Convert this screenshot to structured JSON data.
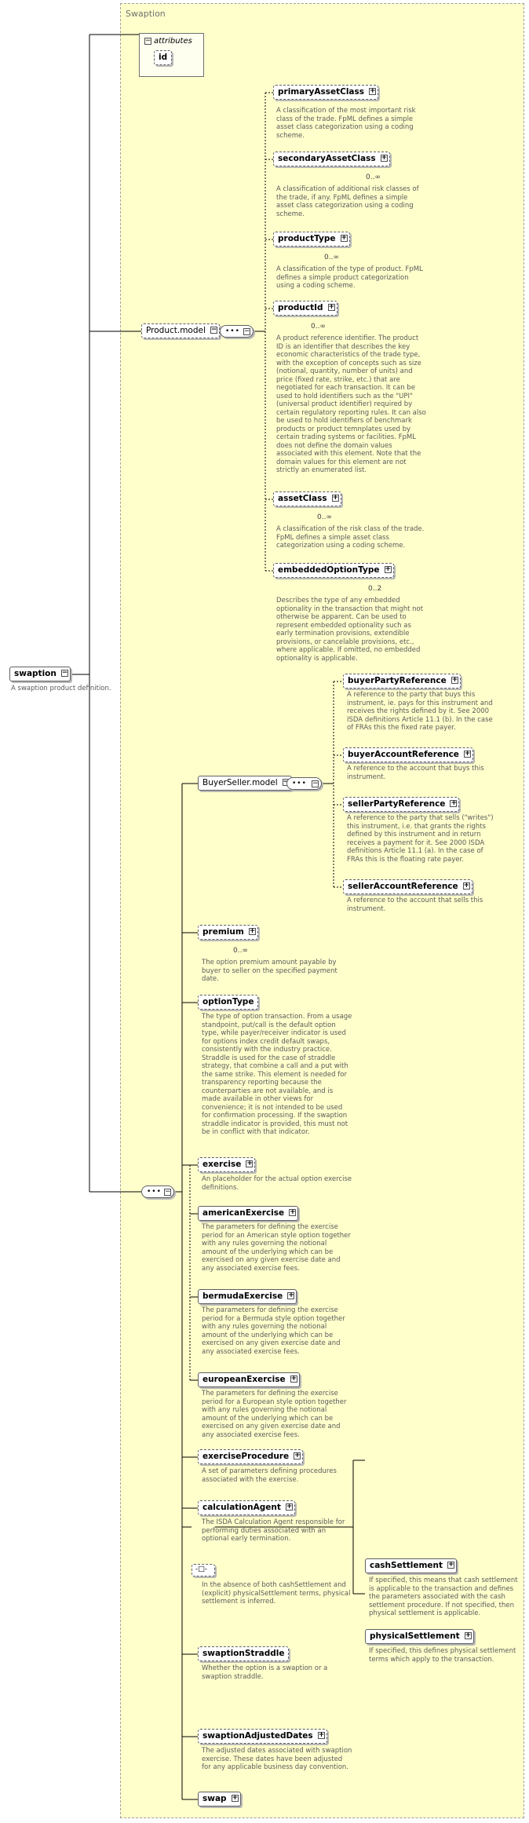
{
  "group_title": "Swaption",
  "root": {
    "label": "swaption",
    "desc": "A swaption product definition."
  },
  "attributes": {
    "header": "attributes",
    "id": "id"
  },
  "product_model": {
    "label": "Product.model"
  },
  "buyer_seller_model": {
    "label": "BuyerSeller.model"
  },
  "product_elements": [
    {
      "label": "primaryAssetClass",
      "card": "",
      "desc": "A classification of the most important risk class of the trade. FpML defines a simple asset class categorization using a coding scheme."
    },
    {
      "label": "secondaryAssetClass",
      "card": "0..∞",
      "desc": "A classification of additional risk classes of the trade, if any. FpML defines a simple asset class categorization using a coding scheme."
    },
    {
      "label": "productType",
      "card": "0..∞",
      "desc": "A classification of the type of product. FpML defines a simple product categorization using a coding scheme."
    },
    {
      "label": "productId",
      "card": "0..∞",
      "desc": "A product reference identifier. The product ID is an identifier that describes the key economic characteristics of the trade type, with the exception of concepts such as size (notional, quantity, number of units) and price (fixed rate, strike, etc.) that are negotiated for each transaction. It can be used to hold identifiers such as the \"UPI\" (universal product identifier) required by certain regulatory reporting rules. It can also be used to hold identifiers of benchmark products or product temnplates used by certain trading systems or facilities. FpML does not define the domain values associated with this element. Note that the domain values for this element are not strictly an enumerated list."
    },
    {
      "label": "assetClass",
      "card": "0..∞",
      "desc": "A classification of the risk class of the trade. FpML defines a simple asset class categorization using a coding scheme."
    },
    {
      "label": "embeddedOptionType",
      "card": "0..2",
      "desc": "Describes the type of any embedded optionality in the transaction that might not otherwise be apparent. Can be used to represent embedded optionality such as early termination provisions, extendible provisions, or cancelable provisions, etc., where applicable. If omitted, no embedded optionality is applicable."
    }
  ],
  "party_elements": [
    {
      "label": "buyerPartyReference",
      "desc": "A reference to the party that buys this instrument, ie. pays for this instrument and receives the rights defined by it. See 2000 ISDA definitions Article 11.1 (b). In the case of FRAs this the fixed rate payer."
    },
    {
      "label": "buyerAccountReference",
      "desc": "A reference to the account that buys this instrument."
    },
    {
      "label": "sellerPartyReference",
      "desc": "A reference to the party that sells (\"writes\") this instrument, i.e. that grants the rights defined by this instrument and in return receives a payment for it. See 2000 ISDA definitions Article 11.1 (a). In the case of FRAs this is the floating rate payer."
    },
    {
      "label": "sellerAccountReference",
      "desc": "A reference to the account that sells this instrument."
    }
  ],
  "premium": {
    "label": "premium",
    "card": "0..∞",
    "desc": "The option premium amount payable by buyer to seller on the specified payment date."
  },
  "option_type": {
    "label": "optionType",
    "desc": "The type of option transaction. From a usage standpoint, put/call is the default option type, while payer/receiver indicator is used for options index credit default swaps, consistently with the industry practice. Straddle is used for the case of straddle strategy, that combine a call and a put with the same strike. This element is needed for transparency reporting because the counterparties are not available, and is made available in other views for convenience; it is not intended to be used for confirmation processing. If the swaption straddle indicator is provided, this must not be in conflict with that indicator."
  },
  "exercise": {
    "label": "exercise",
    "desc": "An placeholder for the actual option exercise definitions."
  },
  "american": {
    "label": "americanExercise",
    "desc": "The parameters for defining the exercise period for an American style option together with any rules governing the notional amount of the underlying which can be exercised on any given exercise date and any associated exercise fees."
  },
  "bermuda": {
    "label": "bermudaExercise",
    "desc": "The parameters for defining the exercise period for a Bermuda style option together with any rules governing the notional amount of the underlying which can be exercised on any given exercise date and any associated exercise fees."
  },
  "european": {
    "label": "europeanExercise",
    "desc": "The parameters for defining the exercise period for a European style option together with any rules governing the notional amount of the underlying which can be exercised on any given exercise date and any associated exercise fees."
  },
  "exercise_procedure": {
    "label": "exerciseProcedure",
    "desc": "A set of parameters defining procedures associated with the exercise."
  },
  "calculation_agent": {
    "label": "calculationAgent",
    "desc": "The ISDA Calculation Agent responsible for performing duties associated with an optional early termination."
  },
  "settlement_choice": {
    "desc": "In the absence of both cashSettlement and (explicit) physicalSettlement terms, physical settlement is inferred."
  },
  "cash_settlement": {
    "label": "cashSettlement",
    "desc": "If specified, this means that cash settlement is applicable to the transaction and defines the parameters associated with the cash settlement procedure. If not specified, then physical settlement is applicable."
  },
  "physical_settlement": {
    "label": "physicalSettlement",
    "desc": "If specified, this defines physical settlement terms which apply to the transaction."
  },
  "straddle": {
    "label": "swaptionStraddle",
    "desc": "Whether the option is a swaption or a swaption straddle."
  },
  "adjusted_dates": {
    "label": "swaptionAdjustedDates",
    "desc": "The adjusted dates associated with swaption exercise. These dates have been adjusted for any applicable business day convention."
  },
  "swap": {
    "label": "swap"
  },
  "colors": {
    "group_fill": "#ffffcc",
    "line": "#000000",
    "desc_text": "#5a5a5a"
  }
}
